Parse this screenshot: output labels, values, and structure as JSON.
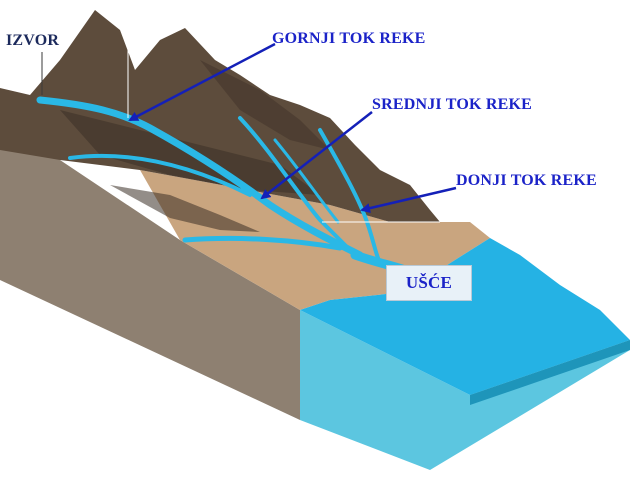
{
  "labels": {
    "izvor": "IZVOR",
    "gornji": "GORNJI TOK REKE",
    "srednji": "SREDNJI TOK REKE",
    "donji": "DONJI TOK REKE",
    "usce": "UŠĆE"
  },
  "colors": {
    "label_dark": "#1c2a5c",
    "label_blue": "#1b23c8",
    "arrow": "#1420b8",
    "mountain": "#5d4c3c",
    "mountain_dark": "#3b2f26",
    "ground_side": "#8e8071",
    "plain": "#c9a57f",
    "river": "#2ab8e6",
    "sea_top": "#25b2e4",
    "sea_side": "#5cc6e0",
    "sea_right": "#1e95ba"
  }
}
